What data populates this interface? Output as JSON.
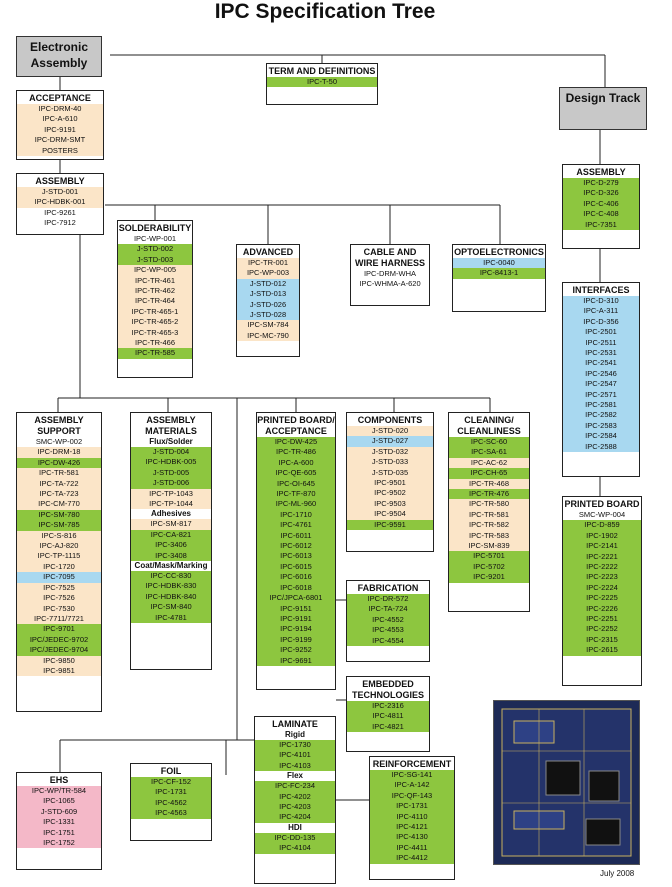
{
  "title": "IPC Specification Tree",
  "date": "July 2008",
  "colors": {
    "g": "#8dc63f",
    "t": "#fbe5c8",
    "b": "#a8d8f0",
    "p": "#f4b8c8",
    "w": "#ffffff",
    "grey": "#c8c8c8",
    "line": "#222222"
  },
  "electronic_assembly": "Electronic Assembly",
  "design_track": "Design Track",
  "boxes": [
    {
      "id": "term",
      "title": "TERM AND DEFINITIONS",
      "items": [
        {
          "t": "IPC-T-50",
          "c": "g"
        }
      ]
    },
    {
      "id": "acceptance",
      "title": "ACCEPTANCE",
      "items": [
        {
          "t": "IPC-DRM-40",
          "c": "t"
        },
        {
          "t": "IPC-A-610",
          "c": "t"
        },
        {
          "t": "IPC-9191",
          "c": "t"
        },
        {
          "t": "IPC-DRM-SMT",
          "c": "t"
        },
        {
          "t": "POSTERS",
          "c": "t"
        }
      ]
    },
    {
      "id": "assembly",
      "title": "ASSEMBLY",
      "items": [
        {
          "t": "J-STD-001",
          "c": "t"
        },
        {
          "t": "IPC-HDBK-001",
          "c": "t"
        },
        {
          "t": "IPC-9261",
          "c": "w"
        },
        {
          "t": "IPC-7912",
          "c": "w"
        }
      ]
    },
    {
      "id": "solderability",
      "title": "SOLDERABILITY",
      "items": [
        {
          "t": "IPC-WP-001",
          "c": "w"
        },
        {
          "t": "J-STD-002",
          "c": "g"
        },
        {
          "t": "J-STD-003",
          "c": "g"
        },
        {
          "t": "IPC-WP-005",
          "c": "t"
        },
        {
          "t": "IPC-TR-461",
          "c": "t"
        },
        {
          "t": "IPC-TR-462",
          "c": "t"
        },
        {
          "t": "IPC-TR-464",
          "c": "t"
        },
        {
          "t": "IPC-TR-465-1",
          "c": "t"
        },
        {
          "t": "IPC-TR-465-2",
          "c": "t"
        },
        {
          "t": "IPC-TR-465-3",
          "c": "t"
        },
        {
          "t": "IPC-TR-466",
          "c": "t"
        },
        {
          "t": "IPC-TR-585",
          "c": "g"
        }
      ]
    },
    {
      "id": "advanced",
      "title": "ADVANCED",
      "items": [
        {
          "t": "IPC-TR-001",
          "c": "t"
        },
        {
          "t": "IPC-WP-003",
          "c": "t"
        },
        {
          "t": "J-STD-012",
          "c": "b"
        },
        {
          "t": "J-STD-013",
          "c": "b"
        },
        {
          "t": "J-STD-026",
          "c": "b"
        },
        {
          "t": "J-STD-028",
          "c": "b"
        },
        {
          "t": "IPC-SM-784",
          "c": "t"
        },
        {
          "t": "IPC-MC-790",
          "c": "t"
        }
      ]
    },
    {
      "id": "cable",
      "title": "CABLE AND WIRE HARNESS",
      "items": [
        {
          "t": "IPC-DRM-WHA",
          "c": "w"
        },
        {
          "t": "IPC-WHMA-A-620",
          "c": "w"
        }
      ]
    },
    {
      "id": "opto",
      "title": "OPTOELECTRONICS",
      "items": [
        {
          "t": "IPC-0040",
          "c": "b"
        },
        {
          "t": "IPC-8413-1",
          "c": "g"
        }
      ]
    },
    {
      "id": "assembly2",
      "title": "ASSEMBLY",
      "items": [
        {
          "t": "IPC-D-279",
          "c": "g"
        },
        {
          "t": "IPC-D-326",
          "c": "g"
        },
        {
          "t": "IPC-C-406",
          "c": "g"
        },
        {
          "t": "IPC-C-408",
          "c": "g"
        },
        {
          "t": "IPC-7351",
          "c": "g"
        }
      ]
    },
    {
      "id": "interfaces",
      "title": "INTERFACES",
      "items": [
        {
          "t": "IPC-D-310",
          "c": "b"
        },
        {
          "t": "IPC-A-311",
          "c": "b"
        },
        {
          "t": "IPC-D-356",
          "c": "b"
        },
        {
          "t": "IPC-2501",
          "c": "b"
        },
        {
          "t": "IPC-2511",
          "c": "b"
        },
        {
          "t": "IPC-2531",
          "c": "b"
        },
        {
          "t": "IPC-2541",
          "c": "b"
        },
        {
          "t": "IPC-2546",
          "c": "b"
        },
        {
          "t": "IPC-2547",
          "c": "b"
        },
        {
          "t": "IPC-2571",
          "c": "b"
        },
        {
          "t": "IPC-2581",
          "c": "b"
        },
        {
          "t": "IPC-2582",
          "c": "b"
        },
        {
          "t": "IPC-2583",
          "c": "b"
        },
        {
          "t": "IPC-2584",
          "c": "b"
        },
        {
          "t": "IPC-2588",
          "c": "b"
        }
      ]
    },
    {
      "id": "asmsupport",
      "title": "ASSEMBLY SUPPORT",
      "items": [
        {
          "t": "SMC-WP-002",
          "c": "w"
        },
        {
          "t": "IPC-DRM-18",
          "c": "t"
        },
        {
          "t": "IPC-DW-426",
          "c": "g"
        },
        {
          "t": "IPC-TR-581",
          "c": "t"
        },
        {
          "t": "IPC-TA-722",
          "c": "t"
        },
        {
          "t": "IPC-TA-723",
          "c": "t"
        },
        {
          "t": "IPC-CM-770",
          "c": "t"
        },
        {
          "t": "IPC-SM-780",
          "c": "g"
        },
        {
          "t": "IPC-SM-785",
          "c": "g"
        },
        {
          "t": "IPC-S-816",
          "c": "t"
        },
        {
          "t": "IPC-AJ-820",
          "c": "t"
        },
        {
          "t": "IPC-TP-1115",
          "c": "t"
        },
        {
          "t": "IPC-1720",
          "c": "t"
        },
        {
          "t": "IPC-7095",
          "c": "b"
        },
        {
          "t": "IPC-7525",
          "c": "t"
        },
        {
          "t": "IPC-7526",
          "c": "t"
        },
        {
          "t": "IPC-7530",
          "c": "t"
        },
        {
          "t": "IPC-7711/7721",
          "c": "t"
        },
        {
          "t": "IPC-9701",
          "c": "g"
        },
        {
          "t": "IPC/JEDEC-9702",
          "c": "g"
        },
        {
          "t": "IPC/JEDEC-9704",
          "c": "g"
        },
        {
          "t": "IPC-9850",
          "c": "t"
        },
        {
          "t": "IPC-9851",
          "c": "t"
        }
      ]
    },
    {
      "id": "asmmat",
      "title": "ASSEMBLY MATERIALS",
      "groups": [
        {
          "sub": "Flux/Solder",
          "items": [
            {
              "t": "J-STD-004",
              "c": "g"
            },
            {
              "t": "IPC-HDBK-005",
              "c": "g"
            },
            {
              "t": "J-STD-005",
              "c": "g"
            },
            {
              "t": "J-STD-006",
              "c": "g"
            },
            {
              "t": "IPC-TP-1043",
              "c": "t"
            },
            {
              "t": "IPC-TP-1044",
              "c": "t"
            }
          ]
        },
        {
          "sub": "Adhesives",
          "items": [
            {
              "t": "IPC-SM-817",
              "c": "t"
            },
            {
              "t": "IPC-CA-821",
              "c": "g"
            },
            {
              "t": "IPC-3406",
              "c": "g"
            },
            {
              "t": "IPC-3408",
              "c": "g"
            }
          ]
        },
        {
          "sub": "Coat/Mask/Marking",
          "items": [
            {
              "t": "IPC-CC-830",
              "c": "g"
            },
            {
              "t": "IPC-HDBK-830",
              "c": "g"
            },
            {
              "t": "IPC-HDBK-840",
              "c": "g"
            },
            {
              "t": "IPC-SM-840",
              "c": "g"
            },
            {
              "t": "IPC-4781",
              "c": "g"
            }
          ]
        }
      ]
    },
    {
      "id": "pcb",
      "title": "PRINTED BOARD/ ACCEPTANCE",
      "items": [
        {
          "t": "IPC-DW-425",
          "c": "g"
        },
        {
          "t": "IPC-TR-486",
          "c": "g"
        },
        {
          "t": "IPC-A-600",
          "c": "g"
        },
        {
          "t": "IPC-QE-605",
          "c": "g"
        },
        {
          "t": "IPC-OI-645",
          "c": "g"
        },
        {
          "t": "IPC-TF-870",
          "c": "g"
        },
        {
          "t": "IPC-ML-960",
          "c": "g"
        },
        {
          "t": "IPC-1710",
          "c": "g"
        },
        {
          "t": "IPC-4761",
          "c": "g"
        },
        {
          "t": "IPC-6011",
          "c": "g"
        },
        {
          "t": "IPC-6012",
          "c": "g"
        },
        {
          "t": "IPC-6013",
          "c": "g"
        },
        {
          "t": "IPC-6015",
          "c": "g"
        },
        {
          "t": "IPC-6016",
          "c": "g"
        },
        {
          "t": "IPC-6018",
          "c": "g"
        },
        {
          "t": "IPC/JPCA-6801",
          "c": "g"
        },
        {
          "t": "IPC-9151",
          "c": "g"
        },
        {
          "t": "IPC-9191",
          "c": "g"
        },
        {
          "t": "IPC-9194",
          "c": "g"
        },
        {
          "t": "IPC-9199",
          "c": "g"
        },
        {
          "t": "IPC-9252",
          "c": "g"
        },
        {
          "t": "IPC-9691",
          "c": "g"
        }
      ]
    },
    {
      "id": "components",
      "title": "COMPONENTS",
      "items": [
        {
          "t": "J-STD-020",
          "c": "t"
        },
        {
          "t": "J-STD-027",
          "c": "b"
        },
        {
          "t": "J-STD-032",
          "c": "t"
        },
        {
          "t": "J-STD-033",
          "c": "t"
        },
        {
          "t": "J-STD-035",
          "c": "t"
        },
        {
          "t": "IPC-9501",
          "c": "t"
        },
        {
          "t": "IPC-9502",
          "c": "t"
        },
        {
          "t": "IPC-9503",
          "c": "t"
        },
        {
          "t": "IPC-9504",
          "c": "t"
        },
        {
          "t": "IPC-9591",
          "c": "g"
        }
      ]
    },
    {
      "id": "cleaning",
      "title": "CLEANING/ CLEANLINESS",
      "items": [
        {
          "t": "IPC-SC-60",
          "c": "g"
        },
        {
          "t": "IPC-SA-61",
          "c": "g"
        },
        {
          "t": "IPC-AC-62",
          "c": "t"
        },
        {
          "t": "IPC-CH-65",
          "c": "g"
        },
        {
          "t": "IPC-TR-468",
          "c": "t"
        },
        {
          "t": "IPC-TR-476",
          "c": "g"
        },
        {
          "t": "IPC-TR-580",
          "c": "t"
        },
        {
          "t": "IPC-TR-581",
          "c": "t"
        },
        {
          "t": "IPC-TR-582",
          "c": "t"
        },
        {
          "t": "IPC-TR-583",
          "c": "t"
        },
        {
          "t": "IPC-SM-839",
          "c": "t"
        },
        {
          "t": "IPC-5701",
          "c": "g"
        },
        {
          "t": "IPC-5702",
          "c": "g"
        },
        {
          "t": "IPC-9201",
          "c": "g"
        }
      ]
    },
    {
      "id": "printedboard",
      "title": "PRINTED BOARD",
      "items": [
        {
          "t": "SMC-WP-004",
          "c": "w"
        },
        {
          "t": "IPC-D-859",
          "c": "g"
        },
        {
          "t": "IPC-1902",
          "c": "g"
        },
        {
          "t": "IPC-2141",
          "c": "g"
        },
        {
          "t": "IPC-2221",
          "c": "g"
        },
        {
          "t": "IPC-2222",
          "c": "g"
        },
        {
          "t": "IPC-2223",
          "c": "g"
        },
        {
          "t": "IPC-2224",
          "c": "g"
        },
        {
          "t": "IPC-2225",
          "c": "g"
        },
        {
          "t": "IPC-2226",
          "c": "g"
        },
        {
          "t": "IPC-2251",
          "c": "g"
        },
        {
          "t": "IPC-2252",
          "c": "g"
        },
        {
          "t": "IPC-2315",
          "c": "g"
        },
        {
          "t": "IPC-2615",
          "c": "g"
        }
      ]
    },
    {
      "id": "fabrication",
      "title": "FABRICATION",
      "items": [
        {
          "t": "IPC-DR-572",
          "c": "g"
        },
        {
          "t": "IPC-TA-724",
          "c": "g"
        },
        {
          "t": "IPC-4552",
          "c": "g"
        },
        {
          "t": "IPC-4553",
          "c": "g"
        },
        {
          "t": "IPC-4554",
          "c": "g"
        }
      ]
    },
    {
      "id": "embedded",
      "title": "EMBEDDED TECHNOLOGIES",
      "items": [
        {
          "t": "IPC-2316",
          "c": "g"
        },
        {
          "t": "IPC-4811",
          "c": "g"
        },
        {
          "t": "IPC-4821",
          "c": "g"
        }
      ]
    },
    {
      "id": "laminate",
      "title": "LAMINATE",
      "groups": [
        {
          "sub": "Rigid",
          "items": [
            {
              "t": "IPC-1730",
              "c": "g"
            },
            {
              "t": "IPC-4101",
              "c": "g"
            },
            {
              "t": "IPC-4103",
              "c": "g"
            }
          ]
        },
        {
          "sub": "Flex",
          "items": [
            {
              "t": "IPC-FC-234",
              "c": "g"
            },
            {
              "t": "IPC-4202",
              "c": "g"
            },
            {
              "t": "IPC-4203",
              "c": "g"
            },
            {
              "t": "IPC-4204",
              "c": "g"
            }
          ]
        },
        {
          "sub": "HDI",
          "items": [
            {
              "t": "IPC-DD-135",
              "c": "g"
            },
            {
              "t": "IPC-4104",
              "c": "g"
            }
          ]
        }
      ]
    },
    {
      "id": "foil",
      "title": "FOIL",
      "items": [
        {
          "t": "IPC-CF-152",
          "c": "g"
        },
        {
          "t": "IPC-1731",
          "c": "g"
        },
        {
          "t": "IPC-4562",
          "c": "g"
        },
        {
          "t": "IPC-4563",
          "c": "g"
        }
      ]
    },
    {
      "id": "reinforcement",
      "title": "REINFORCEMENT",
      "items": [
        {
          "t": "IPC-SG-141",
          "c": "g"
        },
        {
          "t": "IPC-A-142",
          "c": "g"
        },
        {
          "t": "IPC-QF-143",
          "c": "g"
        },
        {
          "t": "IPC-1731",
          "c": "g"
        },
        {
          "t": "IPC-4110",
          "c": "g"
        },
        {
          "t": "IPC-4121",
          "c": "g"
        },
        {
          "t": "IPC-4130",
          "c": "g"
        },
        {
          "t": "IPC-4411",
          "c": "g"
        },
        {
          "t": "IPC-4412",
          "c": "g"
        }
      ]
    },
    {
      "id": "ehs",
      "title": "EHS",
      "items": [
        {
          "t": "IPC-WP/TR-584",
          "c": "p"
        },
        {
          "t": "IPC-1065",
          "c": "p"
        },
        {
          "t": "J-STD-609",
          "c": "p"
        },
        {
          "t": "IPC-1331",
          "c": "p"
        },
        {
          "t": "IPC-1751",
          "c": "p"
        },
        {
          "t": "IPC-1752",
          "c": "p"
        }
      ]
    }
  ]
}
